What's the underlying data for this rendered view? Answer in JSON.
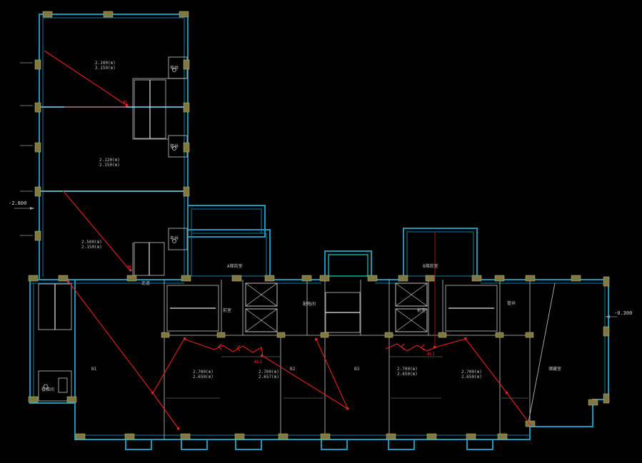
{
  "drawing": {
    "type": "cad-electrical-floor-plan",
    "background": "#000000"
  },
  "colors": {
    "wall_cyan": "#1699bd",
    "wall_inner_blue": "#0f7fa6",
    "bright_teal": "#14d6c4",
    "detail_white": "#c9c9c9",
    "wiring_red": "#ea2020",
    "wiring_dark_red": "#a31410",
    "column_fill": "#7e7846",
    "column_edge": "#c9bf68",
    "text_gray": "#c4c4c4",
    "text_red": "#ee2522"
  },
  "labels": {
    "elev_left": "-2.800",
    "elev_right": "-0.300",
    "u1a": "2.100(m)",
    "u1b": "2.150(m)",
    "u2a": "2.120(m)",
    "u2b": "2.150(m)",
    "u3a": "2.500(m)",
    "u3b": "2.150(m)",
    "l1a": "2.700(m)",
    "l1b": "2.650(m)",
    "l2a": "2.700(m)",
    "l2b": "2.657(m)",
    "l3a": "2.700(m)",
    "l3b": "2.650(m)",
    "l4a": "2.700(m)",
    "l4b": "2.650(m)",
    "room_storage": "储藏室",
    "room_b1": "B1",
    "room_b2": "B2",
    "room_b3": "B3",
    "core1": "前室",
    "core2": "前室",
    "bump1": "A梯前室",
    "bump3": "B梯前室",
    "walk": "走道",
    "dist": "配电间",
    "stair_left": "楼梯间",
    "shaft1": "电井",
    "shaft2": "管井",
    "shaft3": "电井",
    "pipe": "管井",
    "al1": "AL",
    "al2": "AL",
    "al3": "AL1",
    "al4": "AL1"
  }
}
